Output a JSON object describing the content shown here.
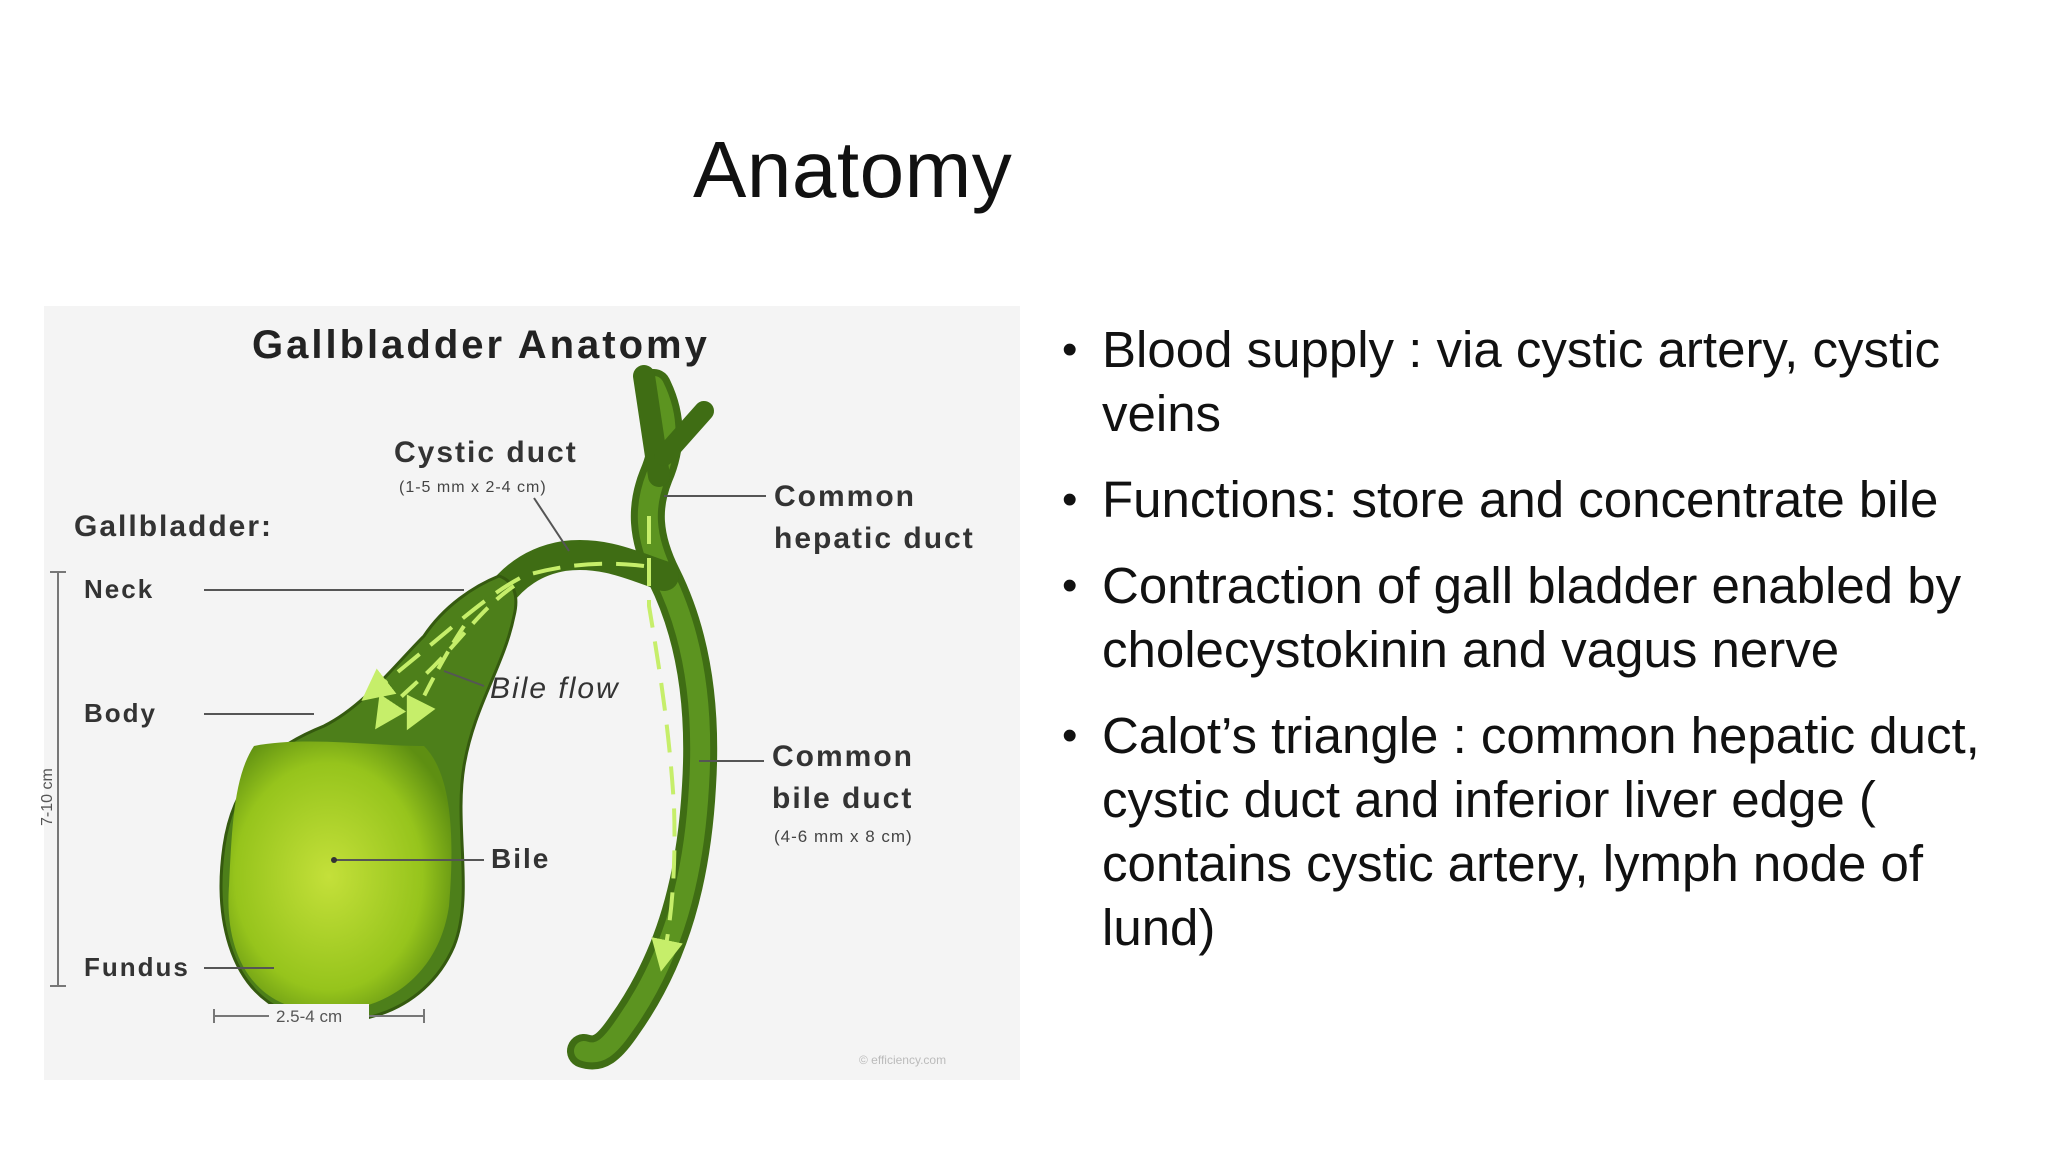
{
  "slide": {
    "title": "Anatomy",
    "bullets": [
      "Blood supply : via cystic artery, cystic veins",
      "Functions: store and concentrate bile",
      "Contraction of gall bladder enabled by cholecystokinin and vagus nerve",
      "Calot’s triangle : common hepatic duct, cystic duct and inferior liver edge ( contains cystic artery, lymph node of lund)"
    ]
  },
  "diagram": {
    "heading": "Gallbladder Anatomy",
    "gallbladder_label": "Gallbladder:",
    "neck": "Neck",
    "body": "Body",
    "bile": "Bile",
    "fundus": "Fundus",
    "length": "7-10 cm",
    "width": "2.5-4 cm",
    "cystic_duct": "Cystic duct",
    "cystic_duct_size": "(1-5 mm x 2-4 cm)",
    "common_hepatic_1": "Common",
    "common_hepatic_2": "hepatic duct",
    "bile_flow": "Bile flow",
    "common_bile_1": "Common",
    "common_bile_2": "bile duct",
    "common_bile_size": "(4-6 mm x 8 cm)",
    "watermark": "© efficiency.com",
    "colors": {
      "duct_dark": "#3e6b14",
      "duct_mid": "#5a8f1f",
      "bile_light": "#a8d020",
      "arrow": "#b9e35a"
    }
  }
}
